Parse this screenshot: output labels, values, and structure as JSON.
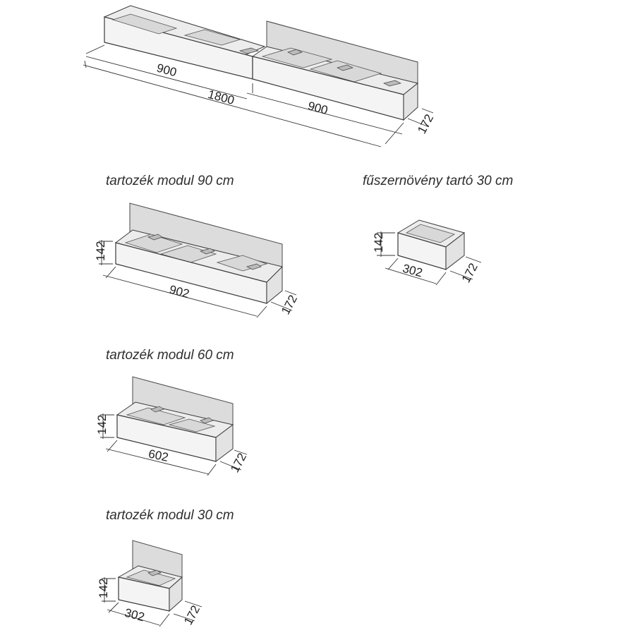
{
  "captions": {
    "module90": "tartozék modul 90 cm",
    "spice": "fűszernövény tartó 30 cm",
    "module60": "tartozék modul  60 cm",
    "module30": "tartozék modul  30 cm"
  },
  "dims": {
    "top_left_len": "900",
    "top_total_len": "1800",
    "top_right_len": "900",
    "top_depth": "172",
    "m90_len": "902",
    "m90_height": "142",
    "m90_depth": "172",
    "spice_len": "302",
    "spice_height": "142",
    "spice_depth": "172",
    "m60_len": "602",
    "m60_height": "142",
    "m60_depth": "172",
    "m30_len": "302",
    "m30_height": "142",
    "m30_depth": "172"
  }
}
